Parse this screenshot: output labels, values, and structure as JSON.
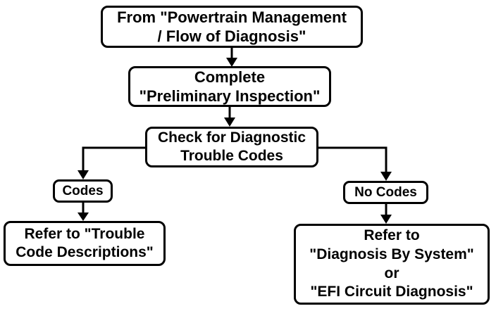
{
  "diagram": {
    "title": "Flow of Diagnosis flowchart",
    "colors": {
      "background": "#ffffff",
      "line": "#000000",
      "text": "#000000"
    },
    "nodes": {
      "start": {
        "text": "From \"Powertrain Management\n/ Flow of Diagnosis\""
      },
      "preliminary": {
        "text": "Complete\n\"Preliminary Inspection\""
      },
      "check": {
        "text": "Check for Diagnostic\nTrouble Codes"
      },
      "codes": {
        "text": "Codes"
      },
      "no_codes": {
        "text": "No Codes"
      },
      "refer_trouble": {
        "text": "Refer to \"Trouble\nCode Descriptions\""
      },
      "refer_system": {
        "text": "Refer to\n\"Diagnosis By System\"\nor\n\"EFI Circuit Diagnosis\""
      }
    },
    "edges": [
      {
        "from": "start",
        "to": "preliminary"
      },
      {
        "from": "preliminary",
        "to": "check"
      },
      {
        "from": "check",
        "to": "codes"
      },
      {
        "from": "codes",
        "to": "refer_trouble"
      },
      {
        "from": "check",
        "to": "no_codes"
      },
      {
        "from": "no_codes",
        "to": "refer_system"
      }
    ]
  }
}
